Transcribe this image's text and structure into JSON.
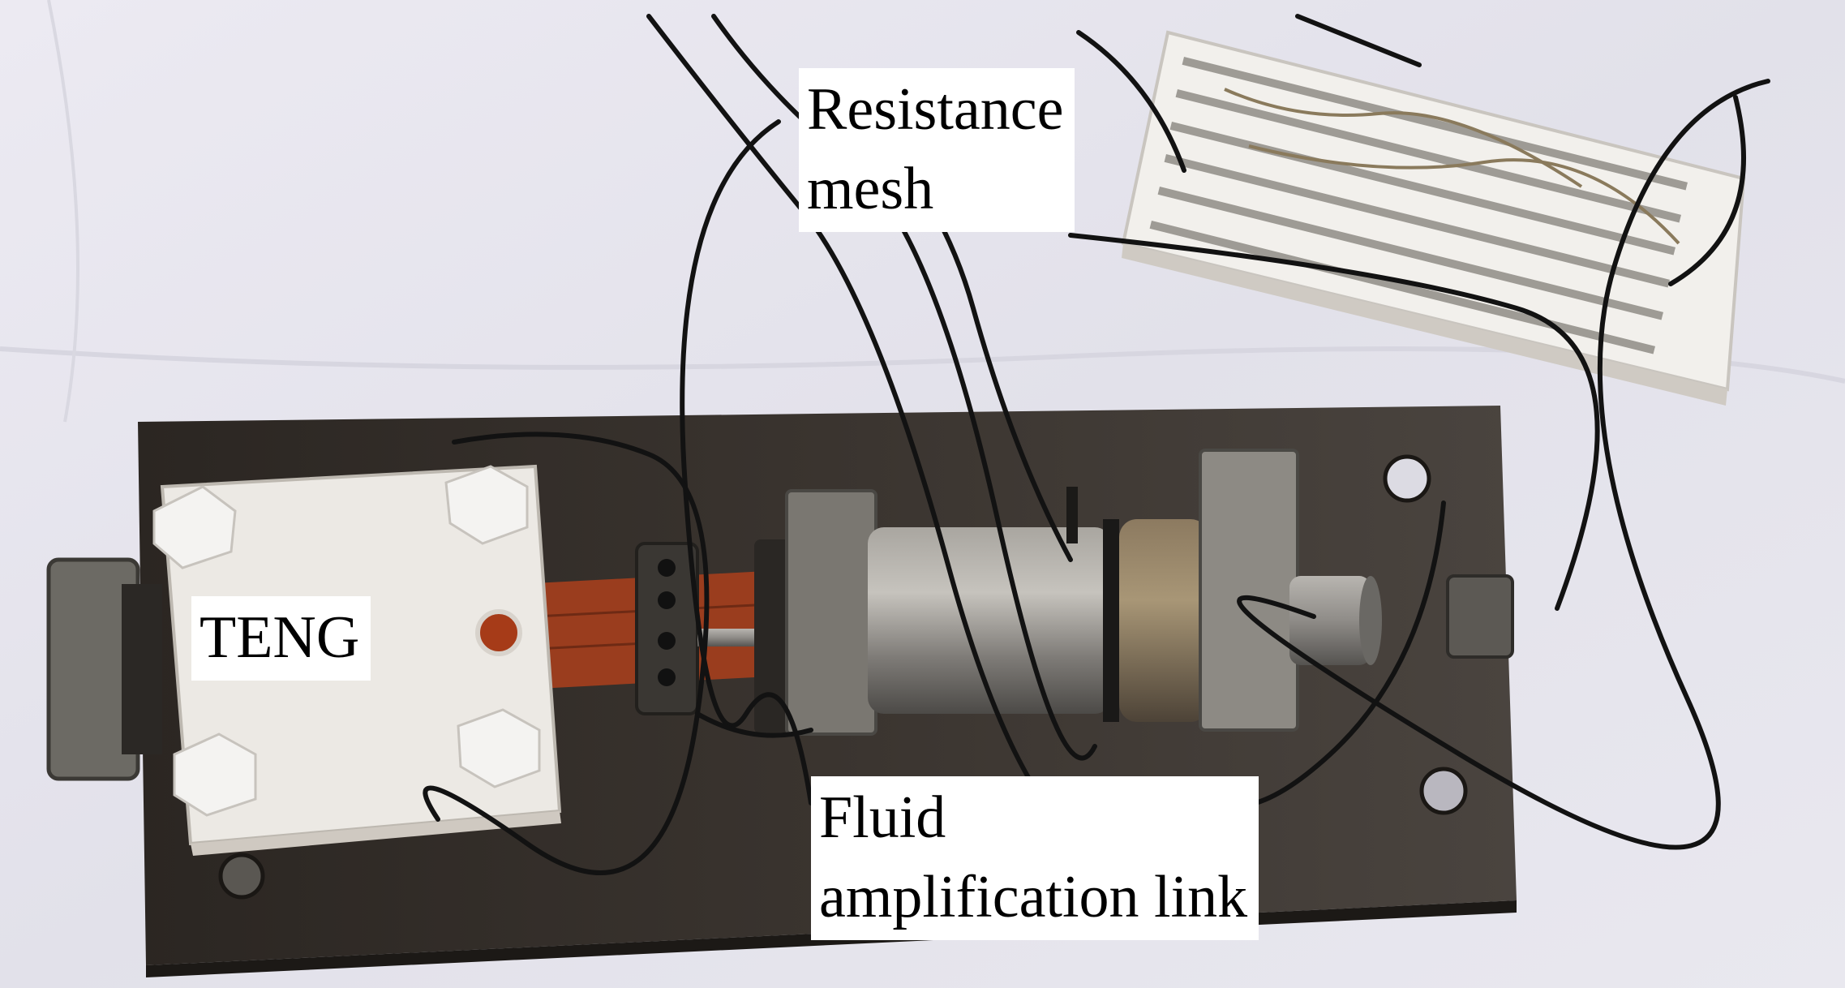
{
  "labels": {
    "teng": "TENG",
    "mesh": {
      "line1": "Resistance",
      "line2": "mesh"
    },
    "fluid": {
      "line1": "Fluid",
      "line2": "amplification link"
    }
  },
  "colors": {
    "background_cloth": "#e7e6ee",
    "base_plate": "#2f2a26",
    "teng_block": "#ece9e4",
    "cylinder": "#8e8b86",
    "breadboard": "#f2f0ec",
    "wire": "#121212",
    "belt": "#9a3d1e"
  }
}
